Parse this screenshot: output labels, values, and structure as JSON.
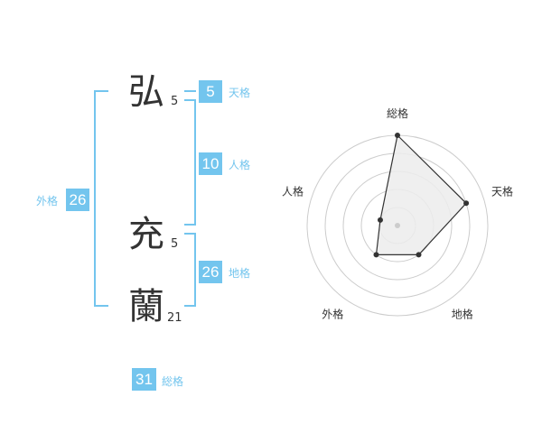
{
  "name": {
    "chars": [
      {
        "char": "弘",
        "strokes": "5"
      },
      {
        "char": "充",
        "strokes": "5"
      },
      {
        "char": "蘭",
        "strokes": "21"
      }
    ]
  },
  "kaku": {
    "tenkaku": {
      "value": "5",
      "label": "天格"
    },
    "jinkaku": {
      "value": "10",
      "label": "人格"
    },
    "chikaku": {
      "value": "26",
      "label": "地格"
    },
    "gaikaku": {
      "value": "26",
      "label": "外格"
    },
    "soukaku": {
      "value": "31",
      "label": "総格"
    }
  },
  "colors": {
    "accent": "#73c5ee",
    "text": "#333333",
    "grid": "#cccccc",
    "radar_fill": "#ececec"
  },
  "chart_data": {
    "type": "radar",
    "axes": [
      "総格",
      "天格",
      "地格",
      "外格",
      "人格"
    ],
    "range": [
      0,
      5
    ],
    "values": [
      5,
      4,
      2,
      2,
      1
    ],
    "grid_rings": 5
  }
}
